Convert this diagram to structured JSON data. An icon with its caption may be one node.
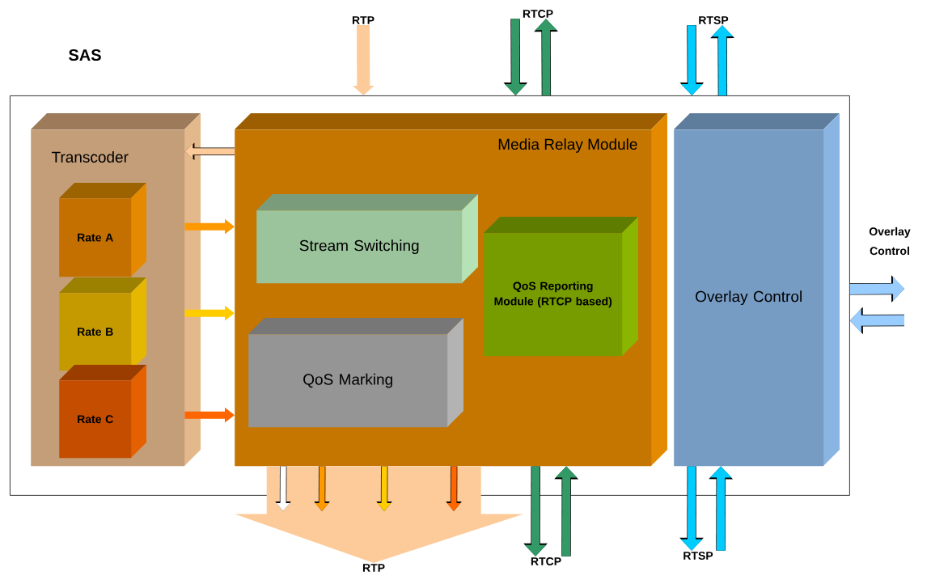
{
  "diagram": {
    "nodes": [
      {
        "text": [
          "SAS"
        ]
      },
      {
        "text": [
          "Transcoder"
        ],
        "in": 0
      },
      {
        "text": [
          "Rate A"
        ],
        "in": 1
      },
      {
        "text": [
          "Rate B"
        ],
        "in": 1
      },
      {
        "text": [
          "Rate C"
        ],
        "in": 1
      },
      {
        "text": [
          "Media Relay Module"
        ],
        "in": 0
      },
      {
        "text": [
          "Stream Switching"
        ],
        "in": 5
      },
      {
        "text": [
          "QoS Marking"
        ],
        "in": 5
      },
      {
        "text": [
          "QoS Reporting Module (RTCP based)"
        ],
        "in": 5
      },
      {
        "text": [
          "Overlay Control"
        ],
        "in": 0
      },
      {
        "text": [
          "RTP"
        ]
      },
      {
        "text": [
          "RTCP"
        ]
      },
      {
        "text": [
          "RTSP"
        ]
      },
      {
        "text": [
          "RTP"
        ]
      },
      {
        "text": [
          "RTCP"
        ]
      },
      {
        "text": [
          "RTSP"
        ]
      }
    ],
    "edges": [
      {
        "from": 10,
        "to": 0,
        "arrow": "to",
        "color": "#fdcb9a"
      },
      {
        "from": 11,
        "to": 0,
        "arrow": "to",
        "color": "#339966"
      },
      {
        "from": 0,
        "to": 11,
        "arrow": "to",
        "color": "#339966"
      },
      {
        "from": 12,
        "to": 0,
        "arrow": "to",
        "color": "#00ccff"
      },
      {
        "from": 0,
        "to": 12,
        "arrow": "to",
        "color": "#00ccff"
      },
      {
        "from": 5,
        "to": 1,
        "arrow": "to",
        "color": "#fdcb9a"
      },
      {
        "from": 1,
        "to": 5,
        "arrow": "to",
        "color": "#ff9900"
      },
      {
        "from": 1,
        "to": 5,
        "arrow": "to",
        "color": "#ffcc00"
      },
      {
        "from": 1,
        "to": 5,
        "arrow": "to",
        "color": "#ff6600"
      },
      {
        "from": 0,
        "to": null,
        "arrow": "to",
        "color": "#99ccff"
      },
      {
        "from": null,
        "to": 0,
        "arrow": "to",
        "color": "#99ccff"
      },
      {
        "from": 5,
        "to": 13,
        "arrow": "to",
        "style": "thick",
        "color": "#fdcb9a"
      },
      {
        "from": 5,
        "to": null,
        "arrow": "to",
        "color": "#ffffff"
      },
      {
        "from": 5,
        "to": null,
        "arrow": "to",
        "color": "#ff9900"
      },
      {
        "from": 5,
        "to": null,
        "arrow": "to",
        "color": "#ffcc00"
      },
      {
        "from": 5,
        "to": null,
        "arrow": "to",
        "color": "#ff6600"
      },
      {
        "from": 5,
        "to": 14,
        "arrow": "to",
        "color": "#339966"
      },
      {
        "from": 14,
        "to": 5,
        "arrow": "to",
        "color": "#339966"
      },
      {
        "from": 9,
        "to": 15,
        "arrow": "to",
        "color": "#00ccff"
      },
      {
        "from": 15,
        "to": 9,
        "arrow": "to",
        "color": "#00ccff"
      }
    ],
    "labels": [
      "Overlay Control"
    ]
  }
}
